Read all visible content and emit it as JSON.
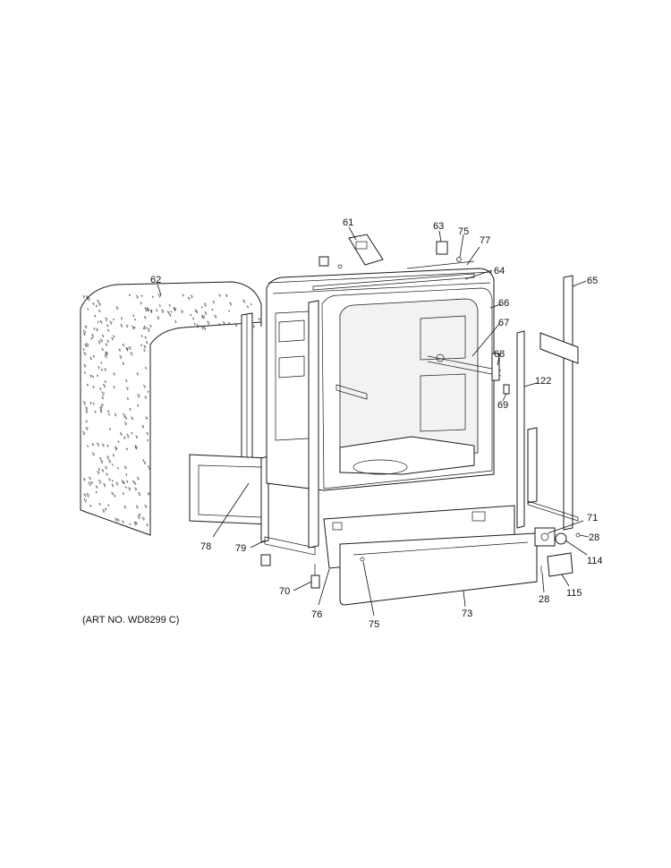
{
  "diagram": {
    "art_number": "(ART NO. WD8299 C)",
    "callouts": {
      "p61": "61",
      "p62": "62",
      "p63": "63",
      "p64": "64",
      "p65": "65",
      "p66": "66",
      "p67": "67",
      "p68": "68",
      "p69": "69",
      "p70": "70",
      "p71": "71",
      "p73": "73",
      "p75a": "75",
      "p75b": "75",
      "p76": "76",
      "p77": "77",
      "p78": "78",
      "p79": "79",
      "p28a": "28",
      "p28b": "28",
      "p114": "114",
      "p115": "115",
      "p122": "122"
    }
  }
}
